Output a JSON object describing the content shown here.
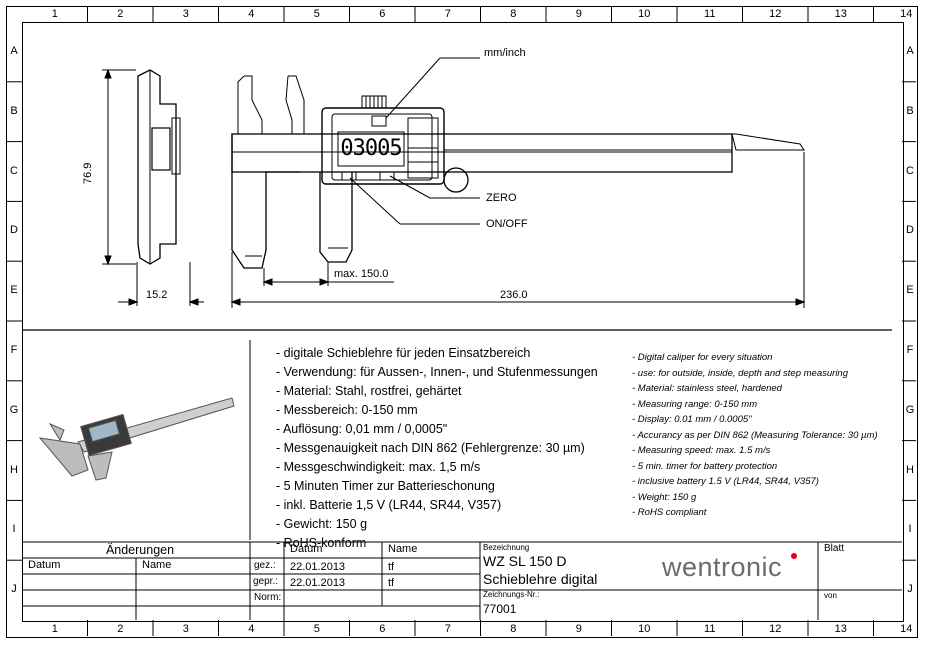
{
  "grid": {
    "columns": [
      "1",
      "2",
      "3",
      "4",
      "5",
      "6",
      "7",
      "8",
      "9",
      "10",
      "11",
      "12",
      "13",
      "14"
    ],
    "rows": [
      "A",
      "B",
      "C",
      "D",
      "E",
      "F",
      "G",
      "H",
      "I",
      "J"
    ]
  },
  "drawing": {
    "display_value": "03005",
    "label_unit": "mm/inch",
    "label_zero": "ZERO",
    "label_onoff": "ON/OFF",
    "dim_height": "76.9",
    "dim_thickness": "15.2",
    "dim_range": "max. 150.0",
    "dim_length": "236.0"
  },
  "specs_de": [
    "- digitale Schieblehre für jeden Einsatzbereich",
    "- Verwendung: für Aussen-, Innen-, und Stufenmessungen",
    "- Material: Stahl, rostfrei, gehärtet",
    "- Messbereich: 0-150 mm",
    "- Auflösung: 0,01 mm / 0,0005\"",
    "- Messgenauigkeit nach DIN 862 (Fehlergrenze: 30 µm)",
    "- Messgeschwindigkeit: max. 1,5 m/s",
    "- 5 Minuten Timer zur Batterieschonung",
    "- inkl. Batterie 1,5 V (LR44, SR44, V357)",
    "- Gewicht: 150 g",
    "- RoHS-konform"
  ],
  "specs_en": [
    "- Digital caliper for every situation",
    "- use: for outside, inside, depth and step measuring",
    "- Material: stainless steel, hardened",
    "- Measuring range: 0-150 mm",
    "- Display:  0.01 mm / 0.0005\"",
    "- Accurancy as per DIN 862 (Measuring Tolerance: 30 µm)",
    "- Measuring speed: max. 1.5 m/s",
    "- 5 min. timer for battery protection",
    "- inclusive battery 1.5 V (LR44, SR44, V357)",
    "- Weight: 150 g",
    "- RoHS compliant"
  ],
  "title_block": {
    "changes_header": "Änderungen",
    "col_datum": "Datum",
    "col_name": "Name",
    "gez_label": "gez.:",
    "gez_date": "22.01.2013",
    "gez_name": "tf",
    "gepr_label": "gepr.:",
    "gepr_date": "22.01.2013",
    "gepr_name": "tf",
    "norm_label": "Norm:",
    "bezeichnung_label": "Bezeichnung",
    "product_code": "WZ SL 150 D",
    "product_name": "Schieblehre digital",
    "zeichnungs_label": "Zeichnungs-Nr.:",
    "drawing_number": "77001",
    "logo": "wentronic",
    "blatt_label": "Blatt",
    "von_label": "von"
  },
  "colors": {
    "logo_text": "#6b6b6b",
    "logo_dot": "#e2001a"
  }
}
